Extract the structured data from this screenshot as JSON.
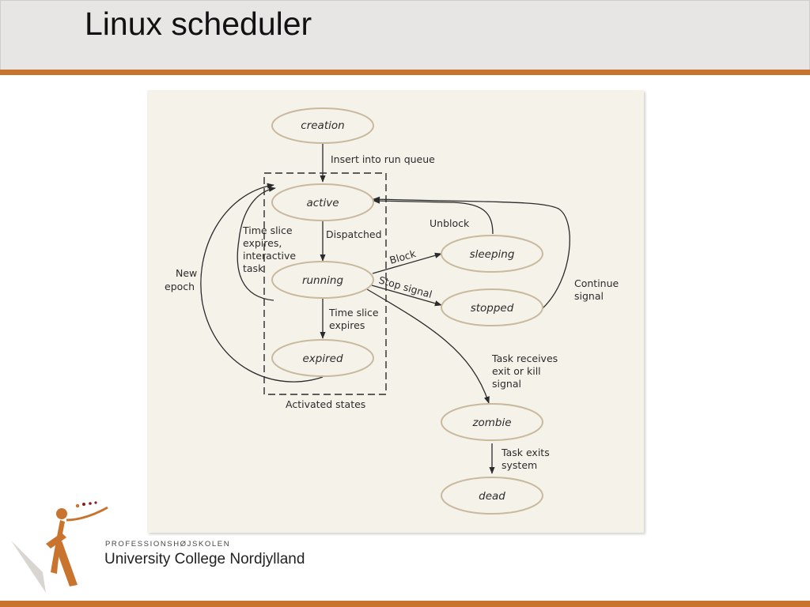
{
  "slide": {
    "title": "Linux scheduler"
  },
  "diagram": {
    "nodes": {
      "creation": "creation",
      "active": "active",
      "running": "running",
      "expired": "expired",
      "sleeping": "sleeping",
      "stopped": "stopped",
      "zombie": "zombie",
      "dead": "dead"
    },
    "edges": {
      "insert": "Insert into run queue",
      "dispatched": "Dispatched",
      "timeslice_interactive_1": "Time slice",
      "timeslice_interactive_2": "expires,",
      "timeslice_interactive_3": "interactive",
      "timeslice_interactive_4": "task",
      "new_epoch_1": "New",
      "new_epoch_2": "epoch",
      "timeslice_1": "Time slice",
      "timeslice_2": "expires",
      "block": "Block",
      "stop_signal": "Stop signal",
      "unblock": "Unblock",
      "continue_1": "Continue",
      "continue_2": "signal",
      "task_receives_1": "Task receives",
      "task_receives_2": "exit or kill",
      "task_receives_3": "signal",
      "task_exits_1": "Task exits",
      "task_exits_2": "system"
    },
    "group_label": "Activated states"
  },
  "logo": {
    "school_small": "PROFESSIONSHØJSKOLEN",
    "school_big": "University College Nordjylland"
  },
  "colors": {
    "accent": "#c8742f",
    "header_bg": "#e7e6e4",
    "figure_bg": "#f5f2ea",
    "ellipse_stroke": "#c9b99d"
  }
}
